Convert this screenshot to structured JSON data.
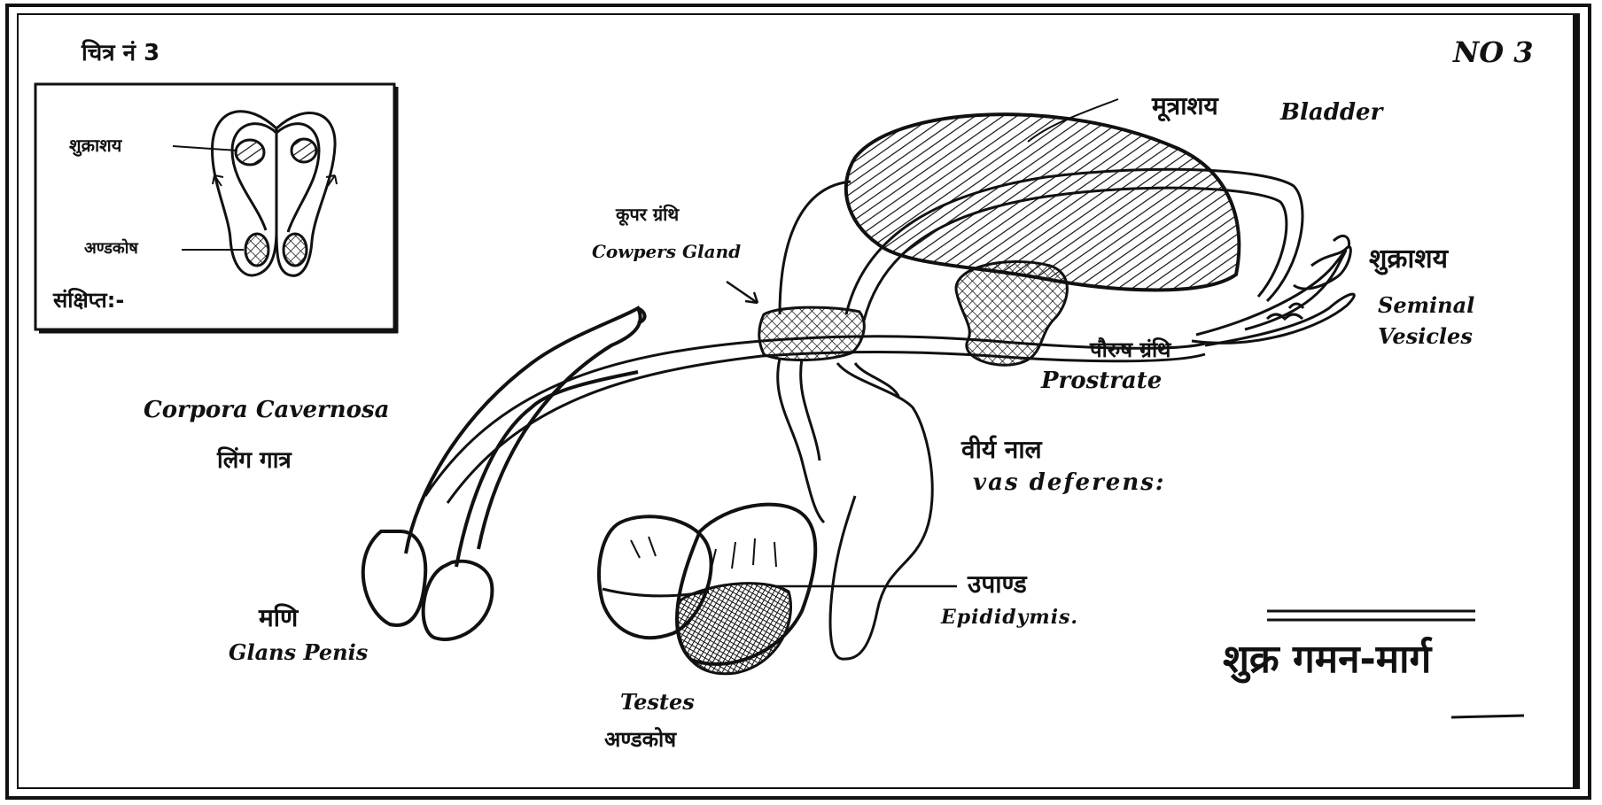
{
  "figure": {
    "fig_label_hindi": "चित्र नं 3",
    "number": "NO 3",
    "title_hindi": "शुक्र गमन-मार्ग"
  },
  "inset": {
    "label_uterus": "शुक्राशय",
    "label_scrotum": "अण्डकोष",
    "caption": "संक्षिप्त:-"
  },
  "labels": {
    "bladder_hindi": "मूत्राशय",
    "bladder": "Bladder",
    "cowpers_hindi": "कूपर ग्रंथि",
    "cowpers": "Cowpers Gland",
    "seminal_hindi": "शुक्राशय",
    "seminal": "Seminal Vesicles",
    "prostate_hindi": "पौरुष ग्रंथि",
    "prostate": "Prostrate",
    "corpora": "Corpora Cavernosa",
    "corpora_hindi": "लिंग गात्र",
    "vas_hindi": "वीर्य नाल",
    "vas": "vas deferens:",
    "glans_hindi": "मणि",
    "glans": "Glans Penis",
    "epid_hindi": "उपाण्ड",
    "epid": "Epididymis.",
    "testes": "Testes",
    "testes_hindi": "अण्डकोष"
  }
}
